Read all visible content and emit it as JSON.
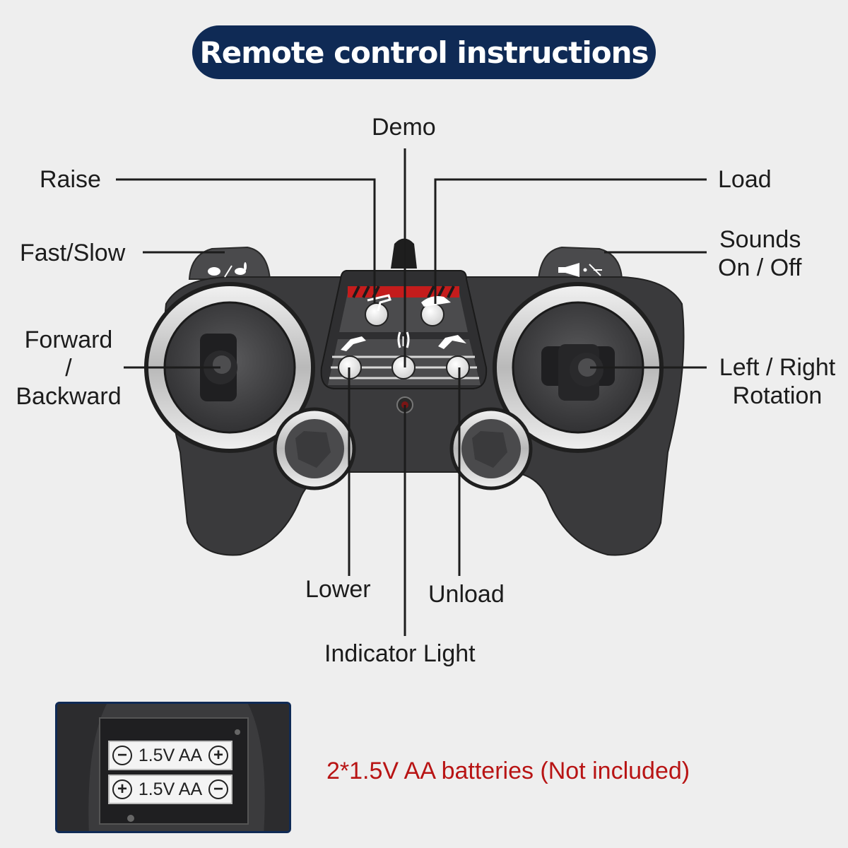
{
  "title": "Remote control instructions",
  "labels": {
    "demo": "Demo",
    "raise": "Raise",
    "load": "Load",
    "fast_slow": "Fast/Slow",
    "sounds_line1": "Sounds",
    "sounds_line2": "On / Off",
    "forward_line1": "Forward",
    "forward_line2": "/",
    "forward_line3": "Backward",
    "rotation_line1": "Left / Right",
    "rotation_line2": "Rotation",
    "lower": "Lower",
    "unload": "Unload",
    "indicator": "Indicator Light"
  },
  "battery": {
    "cell1_label": "1.5V AA",
    "cell1_left_sign": "−",
    "cell1_right_sign": "+",
    "cell2_label": "1.5V AA",
    "cell2_left_sign": "+",
    "cell2_right_sign": "−",
    "note": "2*1.5V AA batteries (Not included)"
  },
  "colors": {
    "title_bg": "#0f2a55",
    "controller_body": "#3a3a3c",
    "note_text": "#b81414",
    "stripe_red": "#c41c1c"
  },
  "icons": [
    "tortoise-hare-icon",
    "horn-sound-icon",
    "raise-arm-icon",
    "load-arm-icon",
    "lower-arm-icon",
    "demo-icon",
    "unload-arm-icon"
  ]
}
